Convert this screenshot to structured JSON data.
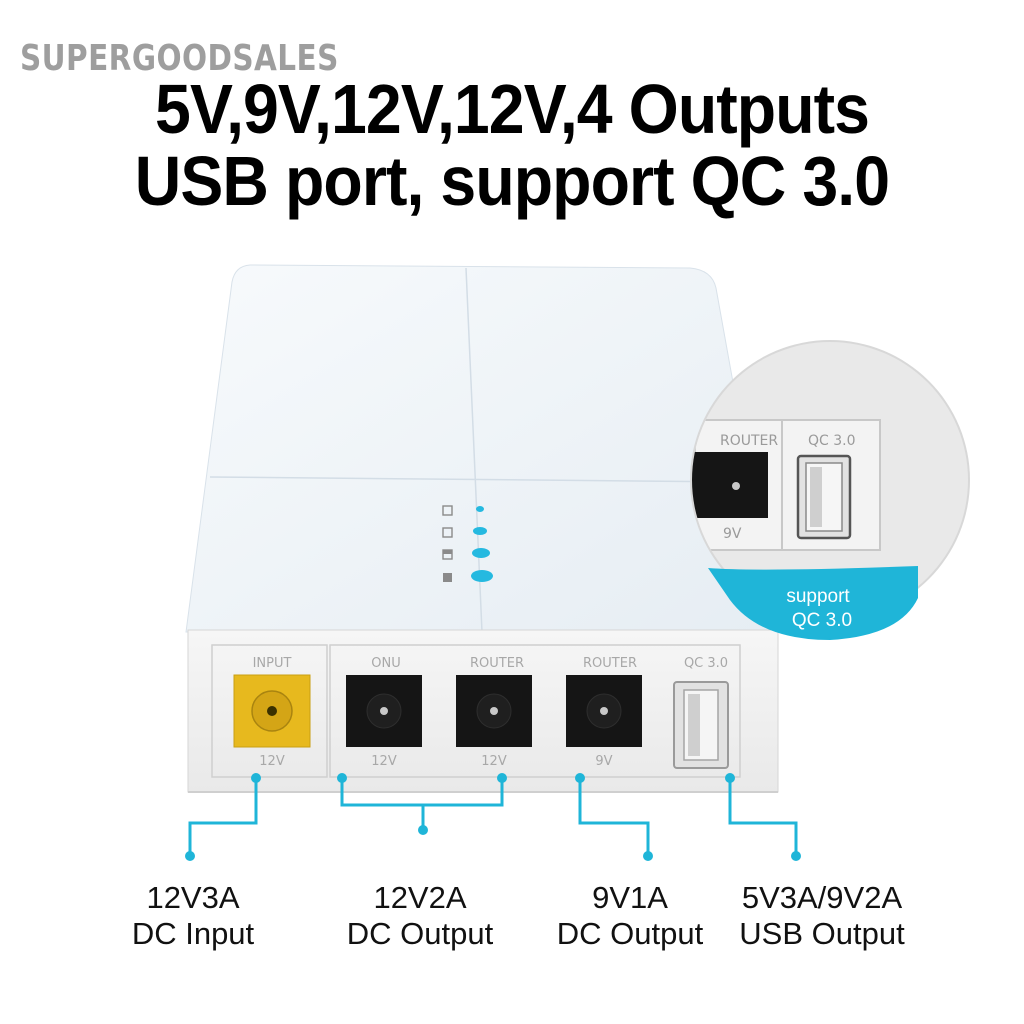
{
  "watermark": "SUPERGOODSALES",
  "headline": {
    "line1": "5V,9V,12V,12V,4 Outputs",
    "line2": "USB port, support QC 3.0"
  },
  "ports": [
    {
      "id": "input",
      "label": "INPUT",
      "voltage": "12V"
    },
    {
      "id": "onu",
      "label": "ONU",
      "voltage": "12V"
    },
    {
      "id": "router-12v",
      "label": "ROUTER",
      "voltage": "12V"
    },
    {
      "id": "router-9v",
      "label": "ROUTER",
      "voltage": "9V"
    },
    {
      "id": "qc",
      "label": "QC 3.0",
      "voltage": ""
    }
  ],
  "zoom": {
    "router_label": "ROUTER",
    "qc_label": "QC 3.0",
    "voltage": "9V",
    "badge_line1": "support",
    "badge_line2": "QC 3.0"
  },
  "captions": [
    {
      "line1": "12V3A",
      "line2": "DC Input"
    },
    {
      "line1": "12V2A",
      "line2": "DC Output"
    },
    {
      "line1": "9V1A",
      "line2": "DC Output"
    },
    {
      "line1": "5V3A/9V2A",
      "line2": "USB Output"
    }
  ],
  "colors": {
    "accent": "#1fb5d8",
    "input_port": "#e7b91e",
    "body_top": "#eef4f9",
    "body_front": "#f2f2f2"
  }
}
